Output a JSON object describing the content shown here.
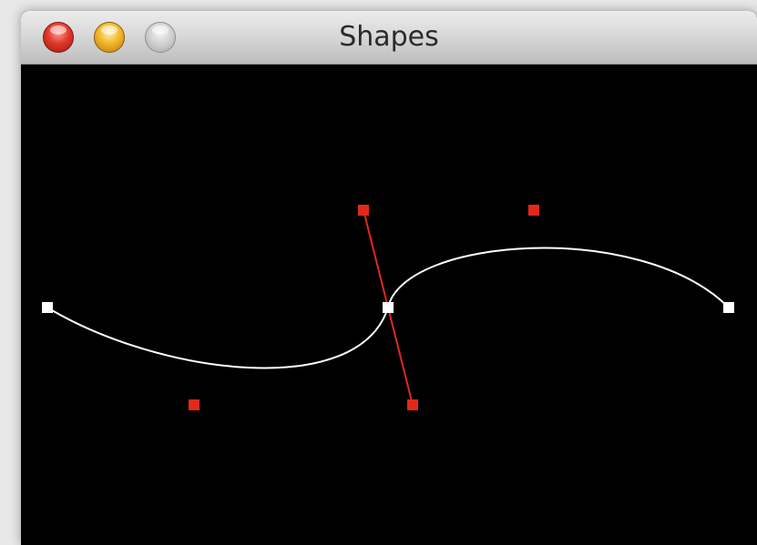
{
  "window": {
    "title": "Shapes"
  },
  "titlebar_buttons": {
    "close": "close-button",
    "minimize": "minimize-button",
    "zoom": "zoom-button"
  },
  "canvas": {
    "background_color": "#000000",
    "curve_color": "#ffffff",
    "control_color": "#e0291a"
  }
}
